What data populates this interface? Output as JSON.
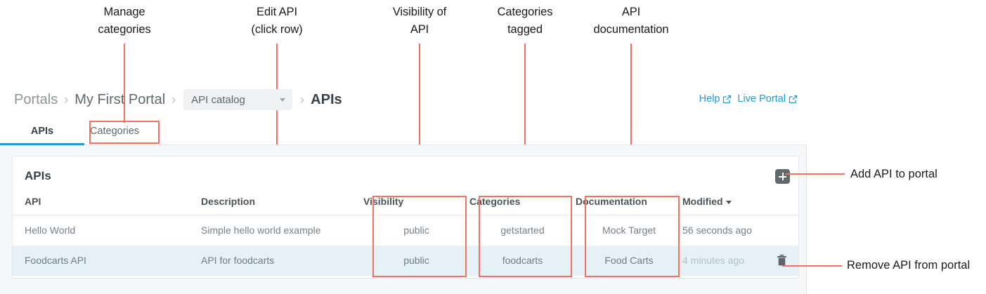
{
  "annotations": {
    "callouts": [
      {
        "name": "manage-categories",
        "text": "Manage\ncategories"
      },
      {
        "name": "edit-api",
        "text": "Edit API\n(click row)"
      },
      {
        "name": "visibility-of-api",
        "text": "Visibility of\nAPI"
      },
      {
        "name": "categories-tagged",
        "text": "Categories\ntagged"
      },
      {
        "name": "api-documentation",
        "text": "API\ndocumentation"
      }
    ],
    "side": [
      {
        "name": "add-api-to-portal",
        "text": "Add API to portal"
      },
      {
        "name": "remove-api-from-portal",
        "text": "Remove API from portal"
      }
    ],
    "accent_color": "#f4705f"
  },
  "breadcrumb": {
    "portals": "Portals",
    "portal_name": "My First Portal",
    "separator": "›",
    "catalog_select": "API catalog",
    "current": "APIs"
  },
  "header_links": [
    {
      "name": "help-link",
      "label": "Help",
      "icon": "external-link-icon"
    },
    {
      "name": "live-portal-link",
      "label": "Live Portal",
      "icon": "external-link-icon"
    }
  ],
  "tabs": [
    {
      "name": "tab-apis",
      "label": "APIs",
      "active": true
    },
    {
      "name": "tab-categories",
      "label": "Categories",
      "active": false
    }
  ],
  "card": {
    "title": "APIs",
    "add_button_icon": "plus-icon",
    "columns": [
      "API",
      "Description",
      "Visibility",
      "Categories",
      "Documentation",
      "Modified"
    ],
    "sort_column": "Modified",
    "rows": [
      {
        "api": "Hello World",
        "description": "Simple hello world example",
        "visibility": "public",
        "categories": "getstarted",
        "documentation": "Mock Target",
        "modified": "56 seconds ago",
        "selected": false,
        "has_delete": false
      },
      {
        "api": "Foodcarts API",
        "description": "API for foodcarts",
        "visibility": "public",
        "categories": "foodcarts",
        "documentation": "Food Carts",
        "modified": "4 minutes ago",
        "selected": true,
        "has_delete": true
      }
    ],
    "delete_icon": "trash-icon"
  },
  "colors": {
    "accent_blue": "#1e9ad6",
    "annotation_red": "#f4705f",
    "selected_row": "#e5f1f7",
    "panel_bg": "#f6f7f8"
  }
}
